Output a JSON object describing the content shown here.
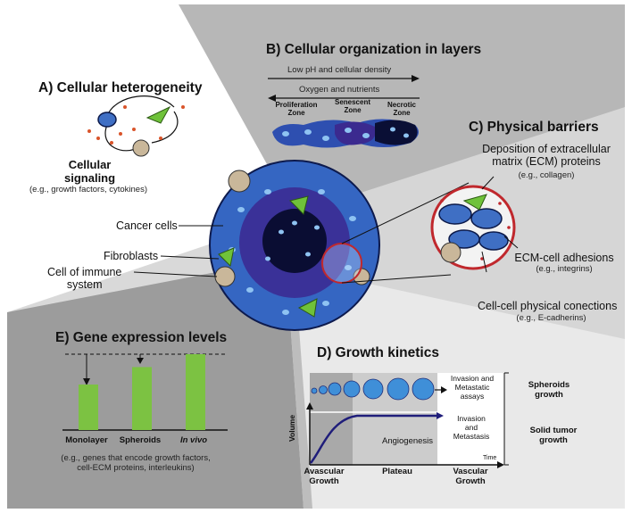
{
  "sections": {
    "heterogeneity": {
      "title": "A) Cellular heterogeneity",
      "signaling_label": "Cellular\nsignaling",
      "signaling_examples": "(e.g., growth factors, cytokines)"
    },
    "layers": {
      "title": "B) Cellular organization in layers",
      "arrow_right_label": "Low pH and cellular density",
      "arrow_left_label": "Oxygen and nutrients",
      "zones": [
        "Proliferation\nZone",
        "Senescent\nZone",
        "Necrotic\nZone"
      ]
    },
    "barriers": {
      "title": "C) Physical barriers",
      "ecm_deposition": "Deposition of extracellular\nmatrix (ECM) proteins",
      "ecm_examples": "(e.g., collagen)",
      "adhesions": "ECM-cell adhesions",
      "adhesions_examples": "(e.g., integrins)",
      "connections": "Cell-cell physical conections",
      "connections_examples": "(e.g., E-cadherins)"
    },
    "spheroid_labels": {
      "cancer": "Cancer cells",
      "fibroblasts": "Fibroblasts",
      "immune": "Cell of immune\nsystem"
    },
    "gene_expression": {
      "title": "E) Gene expression levels",
      "bar_labels": [
        "Monolayer",
        "Spheroids",
        "In vivo"
      ],
      "relative_levels": [
        0.6,
        0.83,
        1.0
      ],
      "examples": "(e.g., genes that encode growth factors,\ncell-ECM proteins, interleukins)"
    },
    "growth": {
      "title": "D) Growth kinetics",
      "invasion_assays": "Invasion and\nMetastatic\nassays",
      "spheroids_growth": "Spheroids\ngrowth",
      "invasion_metastasis": "Invasion\nand\nMetastasis",
      "angiogenesis": "Angiogenesis",
      "solid_tumor": "Solid tumor\ngrowth",
      "y_label": "Volume",
      "x_label": "Time",
      "phases": [
        "Avascular\nGrowth",
        "Plateau",
        "Vascular\nGrowth"
      ]
    }
  },
  "colors": {
    "cancer_cell": "#3f6fc4",
    "cancer_cell_dark": "#1f2f7a",
    "fibroblast": "#6fc23a",
    "immune_cell": "#c9b79a",
    "barrier_ring": "#c0282d",
    "gene_bar": "#7cc242",
    "growth_curve": "#1f1d7a"
  }
}
